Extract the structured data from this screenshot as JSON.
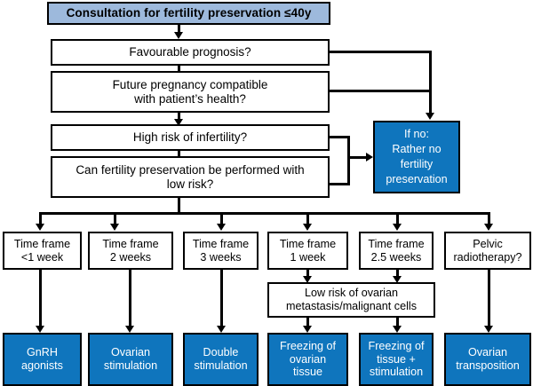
{
  "diagram": {
    "title_box": {
      "label": "Consultation for fertility preservation ≤40y",
      "fill": "#9DB9DC"
    },
    "decisions": [
      {
        "label": "Favourable prognosis?"
      },
      {
        "label": "Future pregnancy compatible\nwith patient’s health?"
      },
      {
        "label": "High risk of  infertility?"
      },
      {
        "label": "Can fertility preservation be performed with\nlow risk?"
      }
    ],
    "deny_box": {
      "label": "If no:\nRather no\nfertility\npreservation",
      "fill": "#0F75BD"
    },
    "columns": [
      {
        "timeframe": "Time frame\n<1 week",
        "result": "GnRH\nagonists"
      },
      {
        "timeframe": "Time frame\n2 weeks",
        "result": "Ovarian\nstimulation"
      },
      {
        "timeframe": "Time frame\n3 weeks",
        "result": "Double\nstimulation"
      },
      {
        "timeframe": "Time frame\n1 week",
        "result": "Freezing of\novarian\ntissue"
      },
      {
        "timeframe": "Time frame\n2.5 weeks",
        "result": "Freezing of\ntissue +\nstimulation"
      },
      {
        "timeframe": "Pelvic\nradiotherapy?",
        "result": "Ovarian\ntransposition"
      }
    ],
    "low_risk_box": {
      "label": "Low risk of ovarian\nmetastasis/malignant cells"
    },
    "colors": {
      "result_fill": "#0F75BD",
      "title_fill": "#9DB9DC",
      "stroke": "#000000",
      "page_background": "#FFFFFF"
    }
  }
}
